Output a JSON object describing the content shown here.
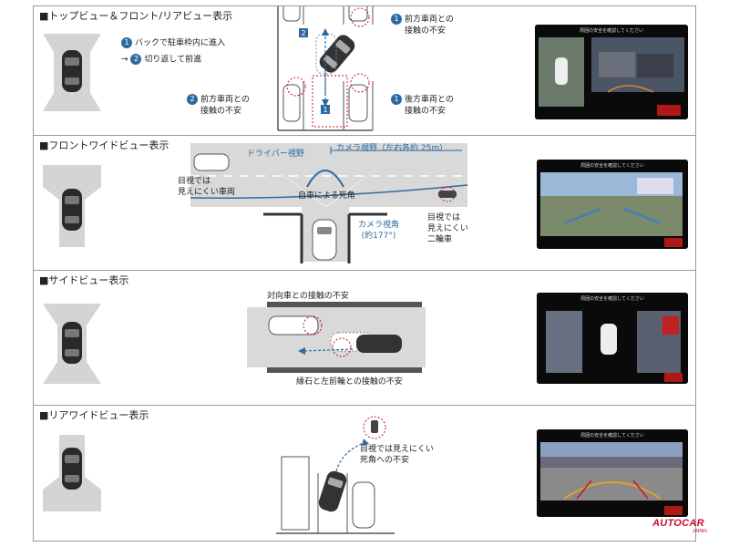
{
  "sections": {
    "top": {
      "title": "■トップビュー＆フロント/リアビュー表示",
      "step1": "バックで駐車枠内に進入",
      "arrow": "→",
      "step2": "切り返して前進",
      "num1": "1",
      "num2": "2",
      "note_front_right": [
        "前方車両との",
        "接触の不安"
      ],
      "note_front_left": [
        "前方車両との",
        "接触の不安"
      ],
      "note_rear_right": [
        "後方車両との",
        "接触の不安"
      ],
      "screen_msg": "周囲の安全を確認してください"
    },
    "front_wide": {
      "title": "■フロントワイドビュー表示",
      "driver_view": "ドライバー視野",
      "camera_view": "カメラ視野（左右各約 25m）",
      "blind_spot": "自車による死角",
      "camera_angle": [
        "カメラ視角",
        "(約177°)"
      ],
      "hidden_car": [
        "目視では",
        "見えにくい車両"
      ],
      "hidden_bike": [
        "目視では",
        "見えにくい",
        "二輪車"
      ],
      "screen_msg": "周囲の安全を確認してください"
    },
    "side": {
      "title": "■サイドビュー表示",
      "oncoming": "対向車との接触の不安",
      "curb": "縁石と左前輪との接触の不安",
      "screen_msg": "周囲の安全を確認してください"
    },
    "rear_wide": {
      "title": "■リアワイドビュー表示",
      "blind": [
        "目視では見えにくい",
        "死角への不安"
      ],
      "screen_msg": "周囲の安全を確認してください"
    }
  },
  "logo": {
    "main": "AUTOCAR",
    "sub": "JAPAN"
  },
  "colors": {
    "accent_blue": "#2e6aa0",
    "danger_red": "#c8102e",
    "road_gray": "#d9d9d9"
  }
}
